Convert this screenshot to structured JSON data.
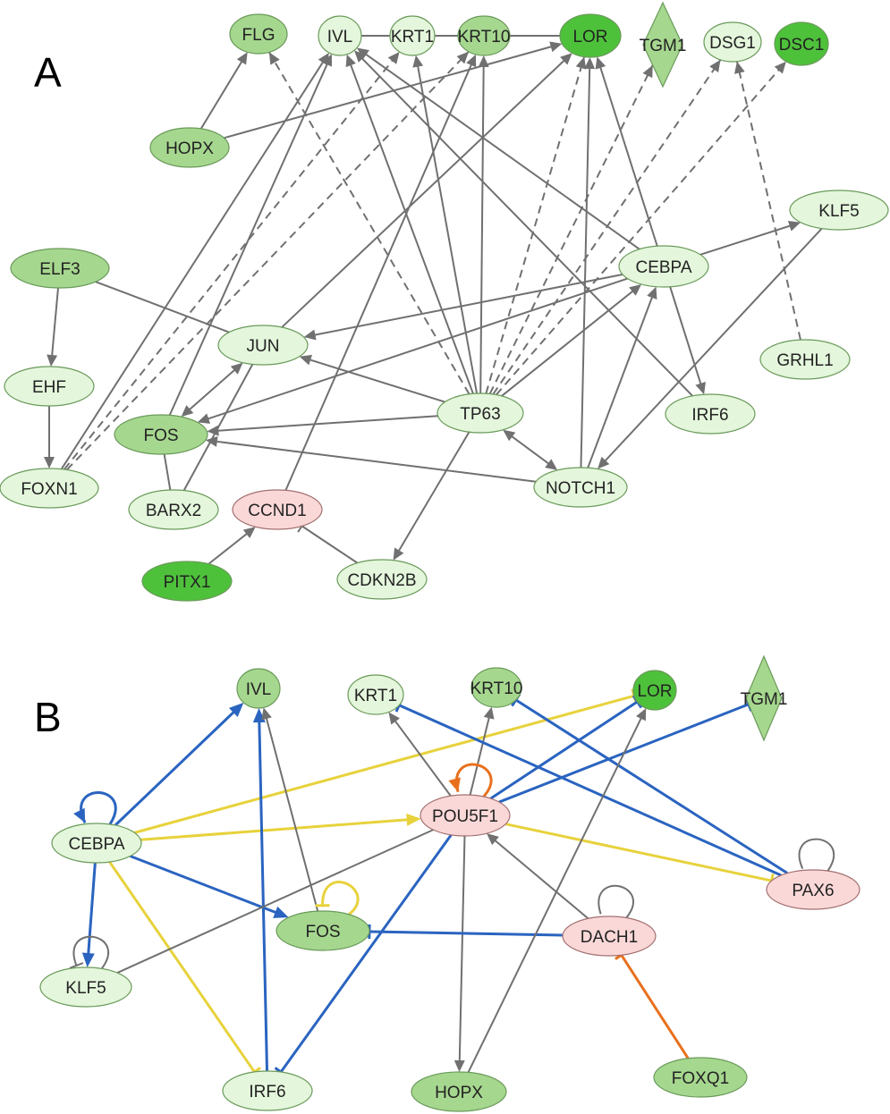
{
  "colors": {
    "light": "#e4f6dc",
    "medium": "#a6d78f",
    "strong": "#4ec13b",
    "pink": "#fbd8d8",
    "gray_edge": "#707070",
    "blue_edge": "#2a64c0",
    "yellow_edge": "#e7d23c",
    "orange_edge": "#e8701d"
  },
  "panels": [
    {
      "label": "A",
      "nodes": [
        {
          "id": "FLG",
          "label": "FLG",
          "color": "medium"
        },
        {
          "id": "IVL",
          "label": "IVL",
          "color": "light"
        },
        {
          "id": "KRT1",
          "label": "KRT1",
          "color": "light"
        },
        {
          "id": "KRT10",
          "label": "KRT10",
          "color": "medium"
        },
        {
          "id": "LOR",
          "label": "LOR",
          "color": "strong"
        },
        {
          "id": "TGM1",
          "label": "TGM1",
          "color": "medium",
          "shape": "diamond"
        },
        {
          "id": "DSG1",
          "label": "DSG1",
          "color": "light"
        },
        {
          "id": "DSC1",
          "label": "DSC1",
          "color": "strong"
        },
        {
          "id": "HOPX",
          "label": "HOPX",
          "color": "medium"
        },
        {
          "id": "KLF5",
          "label": "KLF5",
          "color": "light"
        },
        {
          "id": "ELF3",
          "label": "ELF3",
          "color": "medium"
        },
        {
          "id": "CEBPA",
          "label": "CEBPA",
          "color": "light"
        },
        {
          "id": "JUN",
          "label": "JUN",
          "color": "light"
        },
        {
          "id": "GRHL1",
          "label": "GRHL1",
          "color": "light"
        },
        {
          "id": "EHF",
          "label": "EHF",
          "color": "light"
        },
        {
          "id": "TP63",
          "label": "TP63",
          "color": "light"
        },
        {
          "id": "IRF6",
          "label": "IRF6",
          "color": "light"
        },
        {
          "id": "FOS",
          "label": "FOS",
          "color": "medium"
        },
        {
          "id": "FOXN1",
          "label": "FOXN1",
          "color": "light"
        },
        {
          "id": "NOTCH1",
          "label": "NOTCH1",
          "color": "light"
        },
        {
          "id": "BARX2",
          "label": "BARX2",
          "color": "light"
        },
        {
          "id": "CCND1",
          "label": "CCND1",
          "color": "pink"
        },
        {
          "id": "PITX1",
          "label": "PITX1",
          "color": "strong"
        },
        {
          "id": "CDKN2B",
          "label": "CDKN2B",
          "color": "light"
        }
      ],
      "edges": [
        {
          "from": "IVL",
          "to": "KRT1",
          "type": "line"
        },
        {
          "from": "KRT1",
          "to": "KRT10",
          "type": "line"
        },
        {
          "from": "KRT10",
          "to": "LOR",
          "type": "line"
        },
        {
          "from": "HOPX",
          "to": "FLG",
          "type": "arrow"
        },
        {
          "from": "HOPX",
          "to": "LOR",
          "type": "arrow"
        },
        {
          "from": "ELF3",
          "to": "EHF",
          "type": "arrow"
        },
        {
          "from": "EHF",
          "to": "FOXN1",
          "type": "arrow"
        },
        {
          "from": "ELF3",
          "to": "JUN",
          "type": "line"
        },
        {
          "from": "FOXN1",
          "to": "IVL",
          "type": "arrow"
        },
        {
          "from": "FOXN1",
          "to": "KRT1",
          "type": "dashed"
        },
        {
          "from": "FOXN1",
          "to": "KRT10",
          "type": "dashed"
        },
        {
          "from": "FOS",
          "to": "IVL",
          "type": "arrow"
        },
        {
          "from": "FOS",
          "to": "BARX2",
          "type": "line"
        },
        {
          "from": "JUN",
          "to": "LOR",
          "type": "arrow"
        },
        {
          "from": "JUN",
          "to": "FOS",
          "type": "bi"
        },
        {
          "from": "BARX2",
          "to": "JUN",
          "type": "line"
        },
        {
          "from": "CCND1",
          "to": "KRT10",
          "type": "arrow"
        },
        {
          "from": "PITX1",
          "to": "CCND1",
          "type": "arrow"
        },
        {
          "from": "CDKN2B",
          "to": "CCND1",
          "type": "inhibit"
        },
        {
          "from": "TP63",
          "to": "FLG",
          "type": "dashed"
        },
        {
          "from": "TP63",
          "to": "IVL",
          "type": "arrow"
        },
        {
          "from": "TP63",
          "to": "KRT1",
          "type": "arrow"
        },
        {
          "from": "TP63",
          "to": "KRT10",
          "type": "arrow"
        },
        {
          "from": "TP63",
          "to": "LOR",
          "type": "dashed"
        },
        {
          "from": "TP63",
          "to": "TGM1",
          "type": "dashed"
        },
        {
          "from": "TP63",
          "to": "DSG1",
          "type": "dashed"
        },
        {
          "from": "TP63",
          "to": "DSC1",
          "type": "dashed"
        },
        {
          "from": "TP63",
          "to": "JUN",
          "type": "arrow"
        },
        {
          "from": "TP63",
          "to": "FOS",
          "type": "arrow"
        },
        {
          "from": "TP63",
          "to": "CEBPA",
          "type": "arrow"
        },
        {
          "from": "TP63",
          "to": "NOTCH1",
          "type": "bi"
        },
        {
          "from": "TP63",
          "to": "CDKN2B",
          "type": "arrow"
        },
        {
          "from": "CEBPA",
          "to": "IVL",
          "type": "arrow"
        },
        {
          "from": "CEBPA",
          "to": "LOR",
          "type": "arrow"
        },
        {
          "from": "CEBPA",
          "to": "KLF5",
          "type": "arrow"
        },
        {
          "from": "CEBPA",
          "to": "JUN",
          "type": "arrow"
        },
        {
          "from": "CEBPA",
          "to": "FOS",
          "type": "arrow"
        },
        {
          "from": "CEBPA",
          "to": "IRF6",
          "type": "arrow"
        },
        {
          "from": "IRF6",
          "to": "IVL",
          "type": "arrow"
        },
        {
          "from": "KLF5",
          "to": "NOTCH1",
          "type": "arrow"
        },
        {
          "from": "GRHL1",
          "to": "DSG1",
          "type": "dashed"
        },
        {
          "from": "NOTCH1",
          "to": "LOR",
          "type": "arrow"
        },
        {
          "from": "NOTCH1",
          "to": "CEBPA",
          "type": "arrow"
        },
        {
          "from": "NOTCH1",
          "to": "FOS",
          "type": "arrow"
        }
      ]
    },
    {
      "label": "B",
      "nodes": [
        {
          "id": "IVL",
          "label": "IVL",
          "color": "medium"
        },
        {
          "id": "KRT1",
          "label": "KRT1",
          "color": "light"
        },
        {
          "id": "KRT10",
          "label": "KRT10",
          "color": "medium"
        },
        {
          "id": "LOR",
          "label": "LOR",
          "color": "strong"
        },
        {
          "id": "TGM1",
          "label": "TGM1",
          "color": "medium",
          "shape": "diamond"
        },
        {
          "id": "POU5F1",
          "label": "POU5F1",
          "color": "pink"
        },
        {
          "id": "CEBPA",
          "label": "CEBPA",
          "color": "light"
        },
        {
          "id": "FOS",
          "label": "FOS",
          "color": "medium"
        },
        {
          "id": "PAX6",
          "label": "PAX6",
          "color": "pink"
        },
        {
          "id": "DACH1",
          "label": "DACH1",
          "color": "pink"
        },
        {
          "id": "KLF5",
          "label": "KLF5",
          "color": "light"
        },
        {
          "id": "IRF6",
          "label": "IRF6",
          "color": "light"
        },
        {
          "id": "HOPX",
          "label": "HOPX",
          "color": "medium"
        },
        {
          "id": "FOXQ1",
          "label": "FOXQ1",
          "color": "medium"
        }
      ],
      "edges": [
        {
          "from": "CEBPA",
          "to": "IVL",
          "type": "arrow",
          "color": "blue_edge"
        },
        {
          "from": "CEBPA",
          "to": "KLF5",
          "type": "arrow",
          "color": "blue_edge"
        },
        {
          "from": "CEBPA",
          "to": "FOS",
          "type": "arrow",
          "color": "blue_edge"
        },
        {
          "from": "CEBPA",
          "to": "LOR",
          "type": "inhibit",
          "color": "yellow_edge"
        },
        {
          "from": "CEBPA",
          "to": "POU5F1",
          "type": "arrow",
          "color": "yellow_edge"
        },
        {
          "from": "CEBPA",
          "to": "IRF6",
          "type": "inhibit",
          "color": "yellow_edge"
        },
        {
          "from": "IRF6",
          "to": "IVL",
          "type": "arrow",
          "color": "blue_edge"
        },
        {
          "from": "FOS",
          "to": "IVL",
          "type": "arrow",
          "color": "gray_edge"
        },
        {
          "from": "POU5F1",
          "to": "KRT1",
          "type": "arrow",
          "color": "gray_edge"
        },
        {
          "from": "POU5F1",
          "to": "KRT10",
          "type": "arrow",
          "color": "gray_edge"
        },
        {
          "from": "POU5F1",
          "to": "LOR",
          "type": "inhibit",
          "color": "blue_edge"
        },
        {
          "from": "POU5F1",
          "to": "TGM1",
          "type": "inhibit",
          "color": "blue_edge"
        },
        {
          "from": "POU5F1",
          "to": "PAX6",
          "type": "inhibit",
          "color": "yellow_edge"
        },
        {
          "from": "POU5F1",
          "to": "IRF6",
          "type": "inhibit",
          "color": "blue_edge"
        },
        {
          "from": "POU5F1",
          "to": "HOPX",
          "type": "arrow",
          "color": "gray_edge"
        },
        {
          "from": "POU5F1",
          "to": "KLF5",
          "type": "line",
          "color": "gray_edge"
        },
        {
          "from": "PAX6",
          "to": "KRT1",
          "type": "inhibit",
          "color": "blue_edge"
        },
        {
          "from": "PAX6",
          "to": "KRT10",
          "type": "inhibit",
          "color": "blue_edge"
        },
        {
          "from": "DACH1",
          "to": "POU5F1",
          "type": "arrow",
          "color": "gray_edge"
        },
        {
          "from": "DACH1",
          "to": "FOS",
          "type": "inhibit",
          "color": "blue_edge"
        },
        {
          "from": "FOXQ1",
          "to": "DACH1",
          "type": "inhibit",
          "color": "orange_edge"
        },
        {
          "from": "HOPX",
          "to": "LOR",
          "type": "arrow",
          "color": "gray_edge"
        }
      ],
      "self_loops": [
        {
          "node": "CEBPA",
          "type": "arrow",
          "color": "blue_edge"
        },
        {
          "node": "POU5F1",
          "type": "arrow",
          "color": "orange_edge"
        },
        {
          "node": "FOS",
          "type": "inhibit",
          "color": "yellow_edge"
        },
        {
          "node": "KLF5",
          "type": "inhibit",
          "color": "gray_edge"
        },
        {
          "node": "DACH1",
          "type": "line",
          "color": "gray_edge"
        },
        {
          "node": "PAX6",
          "type": "line",
          "color": "gray_edge"
        }
      ]
    }
  ]
}
